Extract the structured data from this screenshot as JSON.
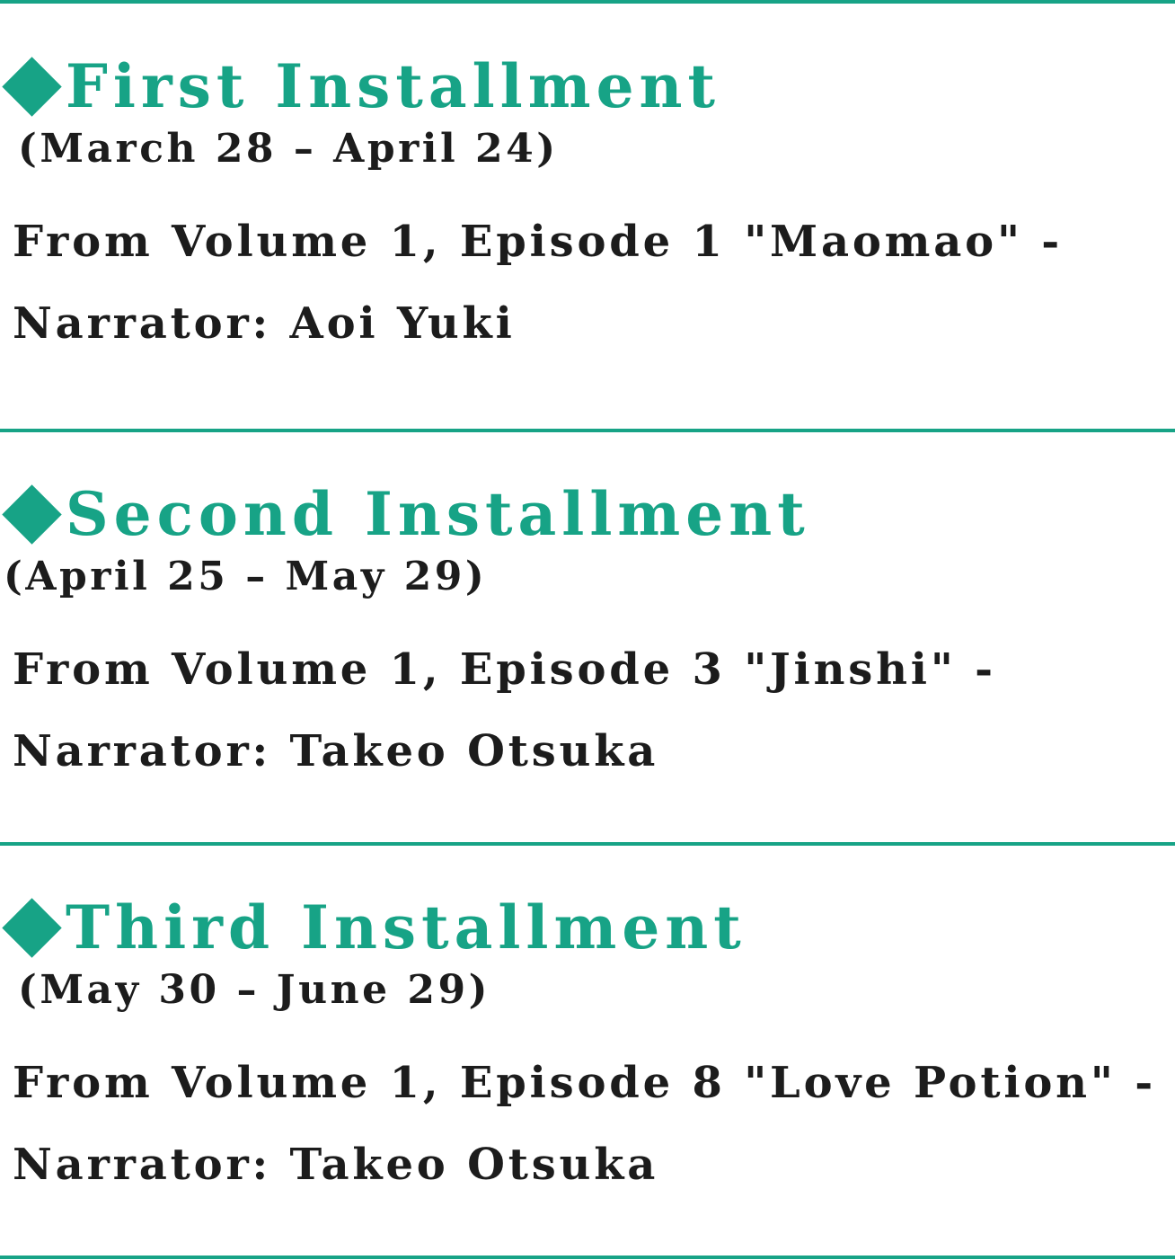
{
  "colors": {
    "accent": "#17a386",
    "text": "#1c1c1c"
  },
  "installments": [
    {
      "title": "First Installment",
      "dates": "(March 28 – April 24)",
      "source": "From Volume 1, Episode 1 \"Maomao\" -",
      "narrator": "Narrator: Aoi Yuki"
    },
    {
      "title": "Second Installment",
      "dates": "(April 25 – May 29)",
      "source": "From Volume 1, Episode 3 \"Jinshi\" -",
      "narrator": "Narrator: Takeo Otsuka"
    },
    {
      "title": "Third Installment",
      "dates": "(May 30 – June 29)",
      "source": "From Volume 1, Episode 8 \"Love Potion\" -",
      "narrator": "Narrator: Takeo Otsuka"
    }
  ]
}
